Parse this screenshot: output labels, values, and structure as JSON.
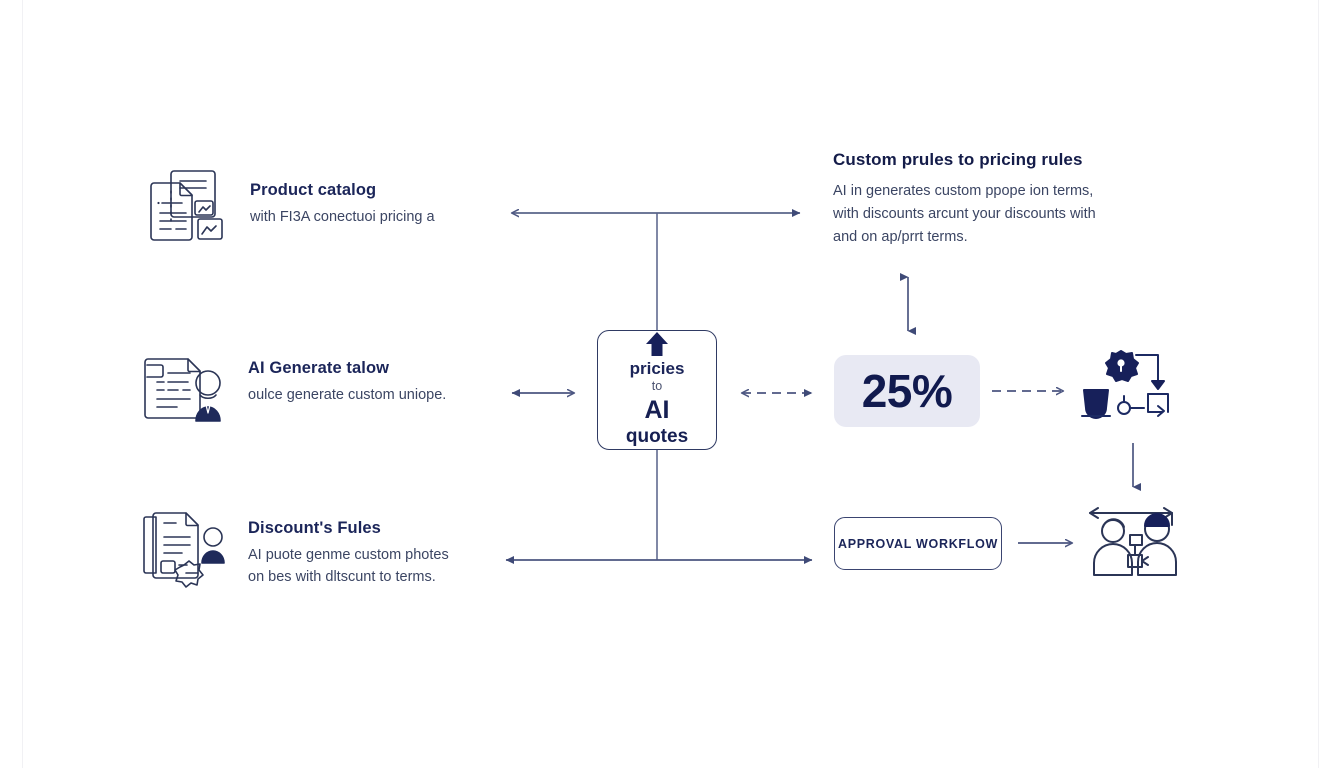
{
  "diagram": {
    "title_present": false,
    "background_color": "#ffffff",
    "accent_color": "#1b2559",
    "line_color": "#5a6489",
    "badge_bg_color": "#e8e9f3"
  },
  "left_features": [
    {
      "id": "product-catalog",
      "icon": "stacked-documents-icon",
      "title": "Product catalog",
      "desc": "with FI3A conectuoi pricing a"
    },
    {
      "id": "ai-generate",
      "icon": "document-person-icon",
      "title": "AI Generate talow",
      "desc": "oulce generate custom uniope."
    },
    {
      "id": "discount-rules",
      "icon": "documents-person-badge-icon",
      "title": "Discount's Fules",
      "desc_line1": "AI puote genme custom photes",
      "desc_line2": "on bes with dltscunt to terms."
    }
  ],
  "center": {
    "id": "ai-quotes-box",
    "arrow_icon": "up-arrow-icon",
    "line1": "pricies",
    "line2": "to",
    "line3": "AI",
    "line4": "quotes"
  },
  "right_block": {
    "id": "custom-pricing-rules",
    "title": "Custom prules to pricing rules",
    "desc_line1": "AI in generates custom ppope ion terms,",
    "desc_line2": "with discounts arcunt your discounts with",
    "desc_line3": "and on ap/prrt terms."
  },
  "badge": {
    "id": "discount-percent-badge",
    "value": "25%"
  },
  "approval": {
    "id": "approval-workflow-pill",
    "label": "APPROVAL WORKFLOW"
  },
  "right_icons": [
    {
      "id": "quality-badge-flow-icon",
      "name": "badge-shield-flow-icon"
    },
    {
      "id": "team-collaboration-icon",
      "name": "two-people-team-icon"
    }
  ],
  "connectors": [
    {
      "id": "top-row-arrow",
      "style": "solid",
      "direction": "both"
    },
    {
      "id": "mid-left-arrow",
      "style": "solid",
      "direction": "both"
    },
    {
      "id": "mid-right-arrow",
      "style": "dashed",
      "direction": "both"
    },
    {
      "id": "badge-to-icons-arrow",
      "style": "dashed",
      "direction": "right"
    },
    {
      "id": "bottom-row-arrow",
      "style": "solid",
      "direction": "both"
    },
    {
      "id": "rules-to-badge-arrow",
      "style": "solid",
      "direction": "both-vertical"
    },
    {
      "id": "icons-to-team-arrow",
      "style": "solid",
      "direction": "down"
    },
    {
      "id": "pill-to-team-arrow",
      "style": "solid",
      "direction": "right"
    },
    {
      "id": "center-vertical-stem",
      "style": "solid",
      "direction": "none"
    }
  ]
}
